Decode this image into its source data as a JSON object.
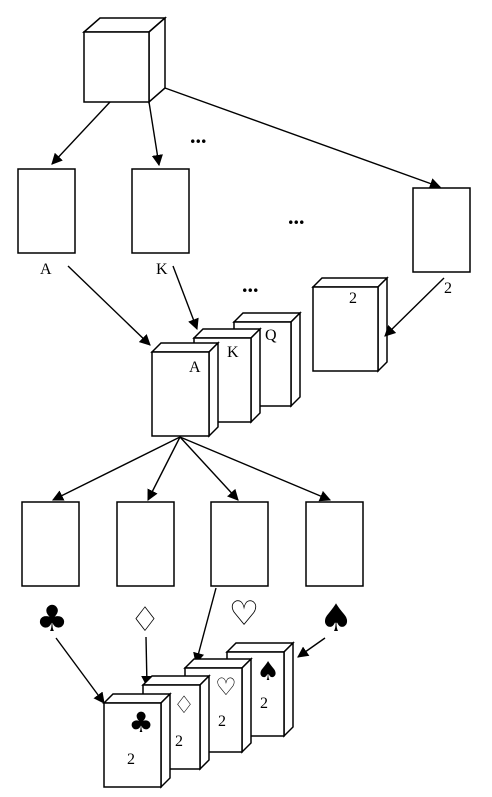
{
  "level1_labels": {
    "ace": "A",
    "king": "K",
    "two": "2"
  },
  "rank_stack_labels": {
    "ace": "A",
    "king": "K",
    "queen": "Q",
    "two": "2"
  },
  "ellipsis": "...",
  "suit_symbols": {
    "clubs": "♣",
    "diamonds": "♢",
    "hearts": "♡",
    "spades": "♠"
  },
  "final_stack": [
    {
      "suit": "♣",
      "rank": "2"
    },
    {
      "suit": "♢",
      "rank": "2"
    },
    {
      "suit": "♡",
      "rank": "2"
    },
    {
      "suit": "♠",
      "rank": "2"
    }
  ],
  "colors": {
    "stroke": "#000000",
    "fill": "#ffffff"
  }
}
